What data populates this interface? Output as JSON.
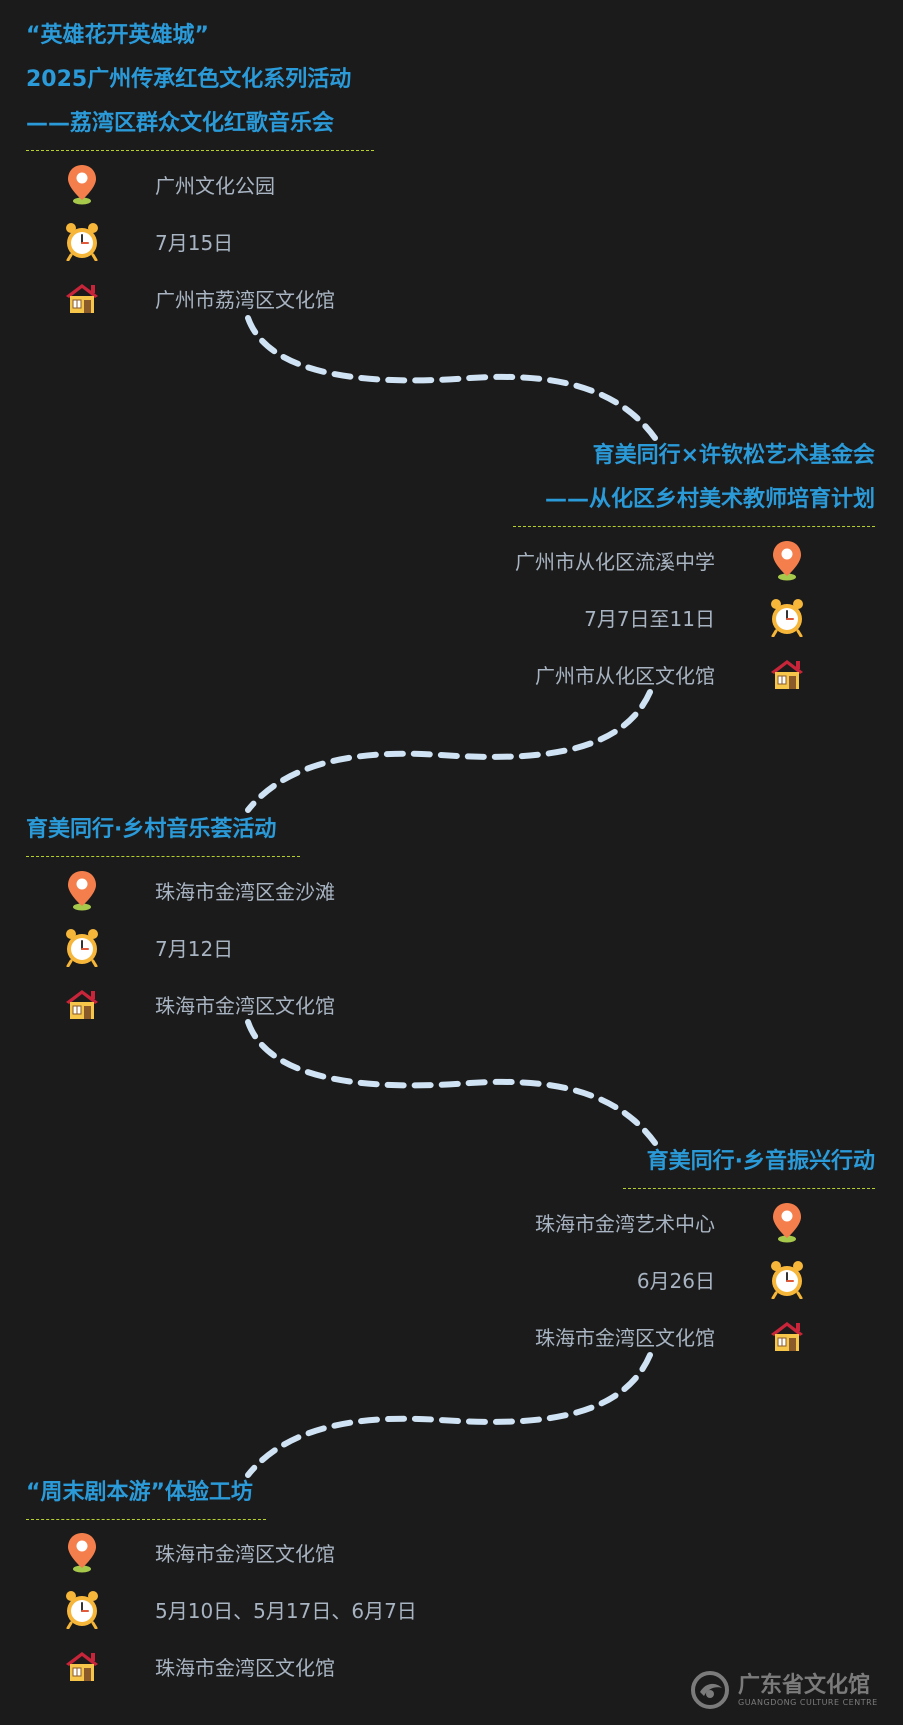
{
  "events": [
    {
      "title_lines": [
        "“英雄花开英雄城”",
        "2025广州传承红色文化系列活动",
        "——荔湾区群众文化红歌音乐会"
      ],
      "location": "广州文化公园",
      "date": "7月15日",
      "organizer": "广州市荔湾区文化馆"
    },
    {
      "title_lines": [
        "育美同行×许钦松艺术基金会",
        "——从化区乡村美术教师培育计划"
      ],
      "location": "广州市从化区流溪中学",
      "date": "7月7日至11日",
      "organizer": "广州市从化区文化馆"
    },
    {
      "title_lines": [
        "育美同行·乡村音乐荟活动"
      ],
      "location": "珠海市金湾区金沙滩",
      "date": "7月12日",
      "organizer": "珠海市金湾区文化馆"
    },
    {
      "title_lines": [
        "育美同行·乡音振兴行动"
      ],
      "location": "珠海市金湾艺术中心",
      "date": "6月26日",
      "organizer": "珠海市金湾区文化馆"
    },
    {
      "title_lines": [
        "“周末剧本游”体验工坊"
      ],
      "location": "珠海市金湾区文化馆",
      "date": "5月10日、5月17日、6月7日",
      "organizer": "珠海市金湾区文化馆"
    }
  ],
  "icons": {
    "location": "map-pin-icon",
    "date": "alarm-clock-icon",
    "organizer": "house-icon"
  },
  "colors": {
    "background": "#1b1b1b",
    "title": "#2a9ad9",
    "text": "#a8b4c2",
    "underline": "#b8d02c",
    "connector": "#cfe3f4"
  },
  "logo": {
    "name": "广东省文化馆",
    "subtitle": "GUANGDONG CULTURE CENTRE"
  }
}
